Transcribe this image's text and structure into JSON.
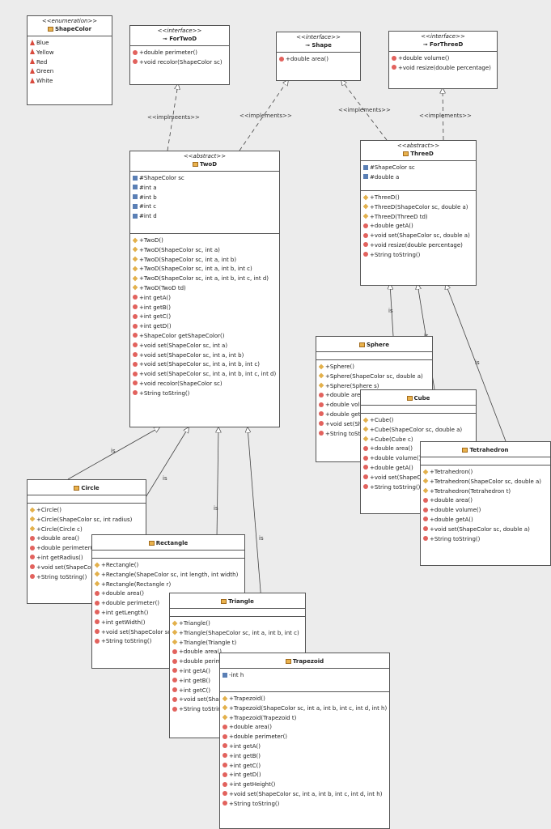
{
  "diagram": {
    "labels": {
      "implements": "<<implements>>",
      "implments": "<<implmeents>>",
      "is": "is"
    },
    "boxes": {
      "shapecolor": {
        "stereotype": "<<enumeration>>",
        "name": "ShapeColor",
        "literals": [
          "Blue",
          "Yellow",
          "Red",
          "Green",
          "White"
        ]
      },
      "fortwod": {
        "stereotype": "<<interface>>",
        "name": "ForTwoD",
        "ops": [
          "+double perimeter()",
          "+void recolor(ShapeColor sc)"
        ]
      },
      "shape": {
        "stereotype": "<<interface>>",
        "name": "Shape",
        "ops": [
          "+double area()"
        ]
      },
      "forthreed": {
        "stereotype": "<<interface>>",
        "name": "ForThreeD",
        "ops": [
          "+double volume()",
          "+void resize(double percentage)"
        ]
      },
      "twod": {
        "stereotype": "<<abstract>>",
        "name": "TwoD",
        "attrs": [
          "#ShapeColor sc",
          "#int a",
          "#int b",
          "#int c",
          "#int d"
        ],
        "ops": [
          {
            "k": "c",
            "t": "+TwoD()"
          },
          {
            "k": "c",
            "t": "+TwoD(ShapeColor sc, int a)"
          },
          {
            "k": "c",
            "t": "+TwoD(ShapeColor sc, int a, int b)"
          },
          {
            "k": "c",
            "t": "+TwoD(ShapeColor sc, int a, int b, int c)"
          },
          {
            "k": "c",
            "t": "+TwoD(ShapeColor sc, int a, int b, int c, int d)"
          },
          {
            "k": "c",
            "t": "+TwoD(TwoD td)"
          },
          {
            "k": "m",
            "t": "+int getA()"
          },
          {
            "k": "m",
            "t": "+int getB()"
          },
          {
            "k": "m",
            "t": "+int getC()"
          },
          {
            "k": "m",
            "t": "+int getD()"
          },
          {
            "k": "m",
            "t": "+ShapeColor getShapeColor()"
          },
          {
            "k": "m",
            "t": "+void set(ShapeColor sc, int a)"
          },
          {
            "k": "m",
            "t": "+void set(ShapeColor sc, int a, int b)"
          },
          {
            "k": "m",
            "t": "+void set(ShapeColor sc, int a, int b, int c)"
          },
          {
            "k": "m",
            "t": "+void set(ShapeColor sc, int a, int b, int c, int d)"
          },
          {
            "k": "m",
            "t": "+void recolor(ShapeColor sc)"
          },
          {
            "k": "m",
            "t": "+String toString()"
          }
        ]
      },
      "threed": {
        "stereotype": "<<abstract>>",
        "name": "ThreeD",
        "attrs": [
          "#ShapeColor sc",
          "#double a"
        ],
        "ops": [
          {
            "k": "c",
            "t": "+ThreeD()"
          },
          {
            "k": "c",
            "t": "+ThreeD(ShapeColor sc, double a)"
          },
          {
            "k": "c",
            "t": "+ThreeD(ThreeD td)"
          },
          {
            "k": "m",
            "t": "+double getA()"
          },
          {
            "k": "m",
            "t": "+void set(ShapeColor sc, double a)"
          },
          {
            "k": "m",
            "t": "+void resize(double percentage)"
          },
          {
            "k": "m",
            "t": "+String toString()"
          }
        ]
      },
      "sphere": {
        "name": "Sphere",
        "ops": [
          {
            "k": "c",
            "t": "+Sphere()"
          },
          {
            "k": "c",
            "t": "+Sphere(ShapeColor sc, double a)"
          },
          {
            "k": "c",
            "t": "+Sphere(Sphere s)"
          },
          {
            "k": "m",
            "t": "+double area()"
          },
          {
            "k": "m",
            "t": "+double volume()"
          },
          {
            "k": "m",
            "t": "+double getA()"
          },
          {
            "k": "m",
            "t": "+void set(ShapeColor sc, double a)"
          },
          {
            "k": "m",
            "t": "+String toString()"
          }
        ]
      },
      "cube": {
        "name": "Cube",
        "ops": [
          {
            "k": "c",
            "t": "+Cube()"
          },
          {
            "k": "c",
            "t": "+Cube(ShapeColor sc, double a)"
          },
          {
            "k": "c",
            "t": "+Cube(Cube c)"
          },
          {
            "k": "m",
            "t": "+double area()"
          },
          {
            "k": "m",
            "t": "+double volume()"
          },
          {
            "k": "m",
            "t": "+double getA()"
          },
          {
            "k": "m",
            "t": "+void set(ShapeColor sc, double a)"
          },
          {
            "k": "m",
            "t": "+String toString()"
          }
        ]
      },
      "tetrahedron": {
        "name": "Tetrahedron",
        "ops": [
          {
            "k": "c",
            "t": "+Tetrahedron()"
          },
          {
            "k": "c",
            "t": "+Tetrahedron(ShapeColor sc, double a)"
          },
          {
            "k": "c",
            "t": "+Tetrahedron(Tetrahedron t)"
          },
          {
            "k": "m",
            "t": "+double area()"
          },
          {
            "k": "m",
            "t": "+double volume()"
          },
          {
            "k": "m",
            "t": "+double getA()"
          },
          {
            "k": "m",
            "t": "+void set(ShapeColor sc, double a)"
          },
          {
            "k": "m",
            "t": "+String toString()"
          }
        ]
      },
      "circle": {
        "name": "Circle",
        "ops": [
          {
            "k": "c",
            "t": "+Circle()"
          },
          {
            "k": "c",
            "t": "+Circle(ShapeColor sc, int radius)"
          },
          {
            "k": "c",
            "t": "+Circle(Circle c)"
          },
          {
            "k": "m",
            "t": "+double area()"
          },
          {
            "k": "m",
            "t": "+double perimeter()"
          },
          {
            "k": "m",
            "t": "+int getRadius()"
          },
          {
            "k": "m",
            "t": "+void set(ShapeColor sc, int radius)"
          },
          {
            "k": "m",
            "t": "+String toString()"
          }
        ]
      },
      "rectangle": {
        "name": "Rectangle",
        "ops": [
          {
            "k": "c",
            "t": "+Rectangle()"
          },
          {
            "k": "c",
            "t": "+Rectangle(ShapeColor sc, int length, int width)"
          },
          {
            "k": "c",
            "t": "+Rectangle(Rectangle r)"
          },
          {
            "k": "m",
            "t": "+double area()"
          },
          {
            "k": "m",
            "t": "+double perimeter()"
          },
          {
            "k": "m",
            "t": "+int getLength()"
          },
          {
            "k": "m",
            "t": "+int getWidth()"
          },
          {
            "k": "m",
            "t": "+void set(ShapeColor sc, int length, int width)"
          },
          {
            "k": "m",
            "t": "+String toString()"
          }
        ]
      },
      "triangle": {
        "name": "Triangle",
        "ops": [
          {
            "k": "c",
            "t": "+Triangle()"
          },
          {
            "k": "c",
            "t": "+Triangle(ShapeColor sc, int a, int b, int c)"
          },
          {
            "k": "c",
            "t": "+Triangle(Triangle t)"
          },
          {
            "k": "m",
            "t": "+double area()"
          },
          {
            "k": "m",
            "t": "+double perimeter()"
          },
          {
            "k": "m",
            "t": "+int getA()"
          },
          {
            "k": "m",
            "t": "+int getB()"
          },
          {
            "k": "m",
            "t": "+int getC()"
          },
          {
            "k": "m",
            "t": "+void set(ShapeColor sc, int a, int b, int c)"
          },
          {
            "k": "m",
            "t": "+String toString()"
          }
        ]
      },
      "trapezoid": {
        "name": "Trapezoid",
        "attrs": [
          "-int h"
        ],
        "ops": [
          {
            "k": "c",
            "t": "+Trapezoid()"
          },
          {
            "k": "c",
            "t": "+Trapezoid(ShapeColor sc, int a, int b, int c, int d, int h)"
          },
          {
            "k": "c",
            "t": "+Trapezoid(Trapezoid t)"
          },
          {
            "k": "m",
            "t": "+double area()"
          },
          {
            "k": "m",
            "t": "+double perimeter()"
          },
          {
            "k": "m",
            "t": "+int getA()"
          },
          {
            "k": "m",
            "t": "+int getB()"
          },
          {
            "k": "m",
            "t": "+int getC()"
          },
          {
            "k": "m",
            "t": "+int getD()"
          },
          {
            "k": "m",
            "t": "+int getHeight()"
          },
          {
            "k": "m",
            "t": "+void set(ShapeColor sc, int a, int b, int c, int d, int h)"
          },
          {
            "k": "m",
            "t": "+String toString()"
          }
        ]
      }
    }
  }
}
